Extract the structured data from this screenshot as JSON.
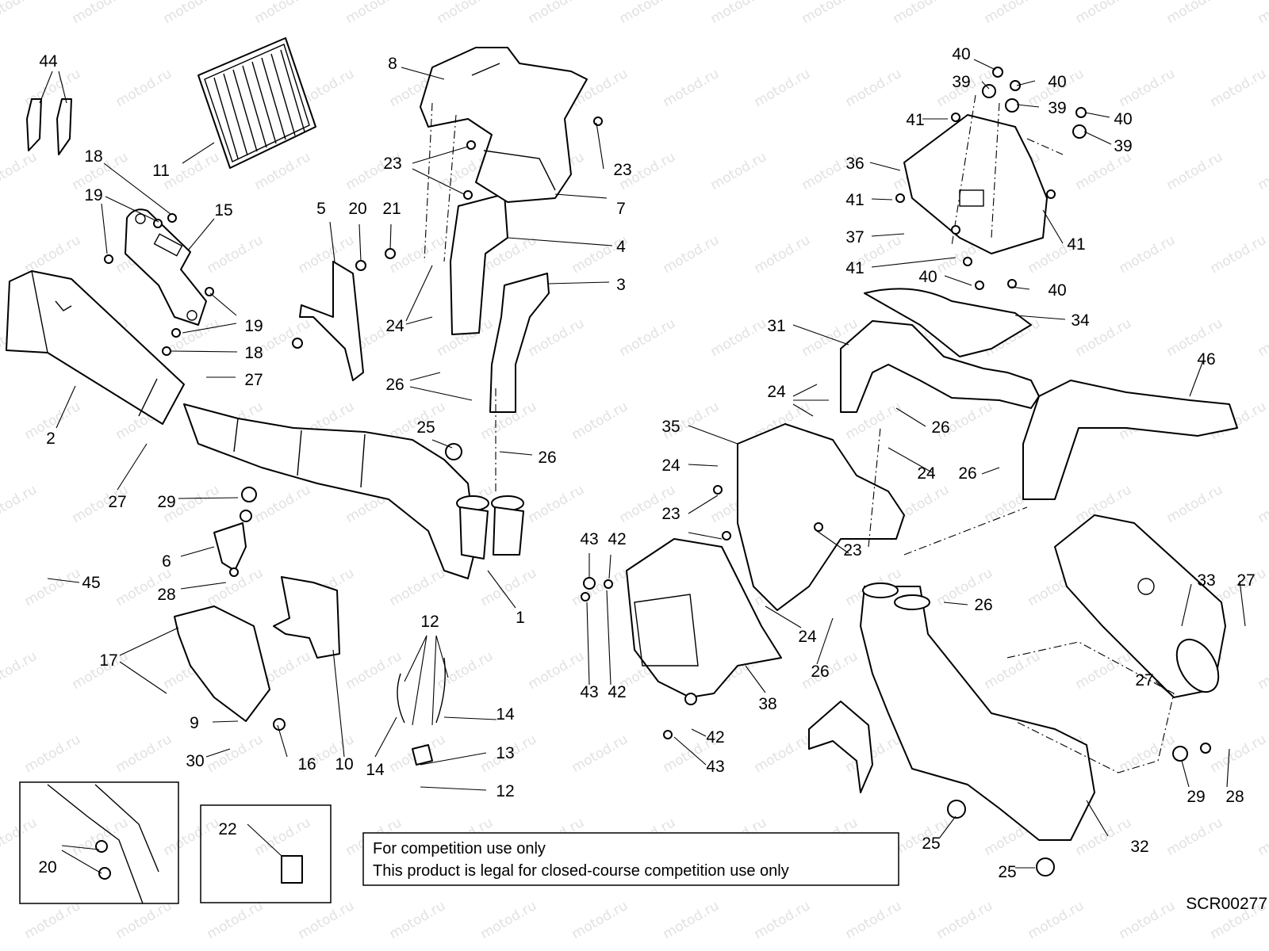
{
  "watermark": "motod.ru",
  "diagram_code": "SCR00277",
  "notice": {
    "line1": "For competition use only",
    "line2": "This product is legal for closed-course competition use only"
  },
  "callouts": {
    "c1": "1",
    "c2": "2",
    "c3": "3",
    "c4": "4",
    "c5": "5",
    "c6": "6",
    "c7": "7",
    "c8": "8",
    "c9": "9",
    "c10": "10",
    "c11": "11",
    "c12a": "12",
    "c12b": "12",
    "c13": "13",
    "c14a": "14",
    "c14b": "14",
    "c15": "15",
    "c16": "16",
    "c17": "17",
    "c18a": "18",
    "c18b": "18",
    "c19a": "19",
    "c19b": "19",
    "c20a": "20",
    "c20b": "20",
    "c21": "21",
    "c22": "22",
    "c23a": "23",
    "c23b": "23",
    "c23c": "23",
    "c23d": "23",
    "c24a": "24",
    "c24b": "24",
    "c24c": "24",
    "c24d": "24",
    "c24e": "24",
    "c25a": "25",
    "c25b": "25",
    "c25c": "25",
    "c26a": "26",
    "c26b": "26",
    "c26c": "26",
    "c26d": "26",
    "c26e": "26",
    "c26f": "26",
    "c27a": "27",
    "c27b": "27",
    "c27c": "27",
    "c27d": "27",
    "c28a": "28",
    "c28b": "28",
    "c29a": "29",
    "c29b": "29",
    "c30": "30",
    "c31": "31",
    "c32": "32",
    "c33": "33",
    "c34": "34",
    "c35": "35",
    "c36": "36",
    "c37": "37",
    "c38": "38",
    "c39a": "39",
    "c39b": "39",
    "c39c": "39",
    "c40a": "40",
    "c40b": "40",
    "c40c": "40",
    "c40d": "40",
    "c40e": "40",
    "c41a": "41",
    "c41b": "41",
    "c41c": "41",
    "c41d": "41",
    "c42a": "42",
    "c42b": "42",
    "c42c": "42",
    "c43a": "43",
    "c43b": "43",
    "c43c": "43",
    "c44": "44",
    "c45": "45",
    "c46": "46"
  }
}
